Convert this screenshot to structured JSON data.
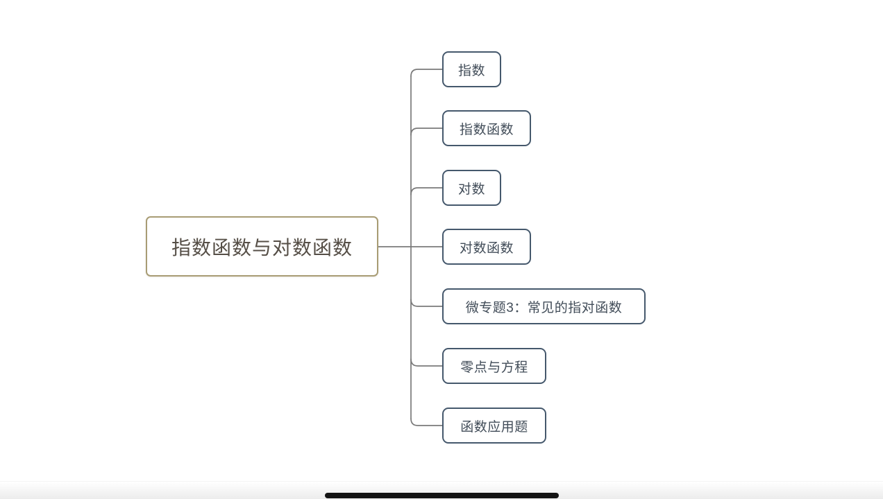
{
  "mindmap": {
    "root": {
      "label": "指数函数与对数函数"
    },
    "children": [
      {
        "label": "指数"
      },
      {
        "label": "指数函数"
      },
      {
        "label": "对数"
      },
      {
        "label": "对数函数"
      },
      {
        "label": "微专题3：常见的指对函数"
      },
      {
        "label": "零点与方程"
      },
      {
        "label": "函数应用题"
      }
    ]
  },
  "colors": {
    "root_border": "#a89c74",
    "root_text": "#554e46",
    "child_border": "#45586c",
    "child_text": "#414c58",
    "connector": "#7a7a7a",
    "background": "#ffffff",
    "home_indicator": "#141414"
  }
}
